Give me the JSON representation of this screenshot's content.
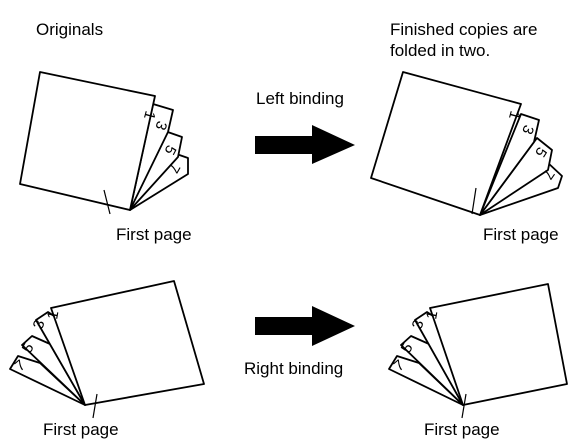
{
  "labels": {
    "originals": "Originals",
    "finished_line1": "Finished copies are",
    "finished_line2": "folded in two.",
    "left_binding": "Left binding",
    "right_binding": "Right binding",
    "first_page": "First page"
  },
  "page_numbers": [
    "1",
    "3",
    "5",
    "7"
  ],
  "colors": {
    "ink": "#000000",
    "paper": "#ffffff"
  }
}
